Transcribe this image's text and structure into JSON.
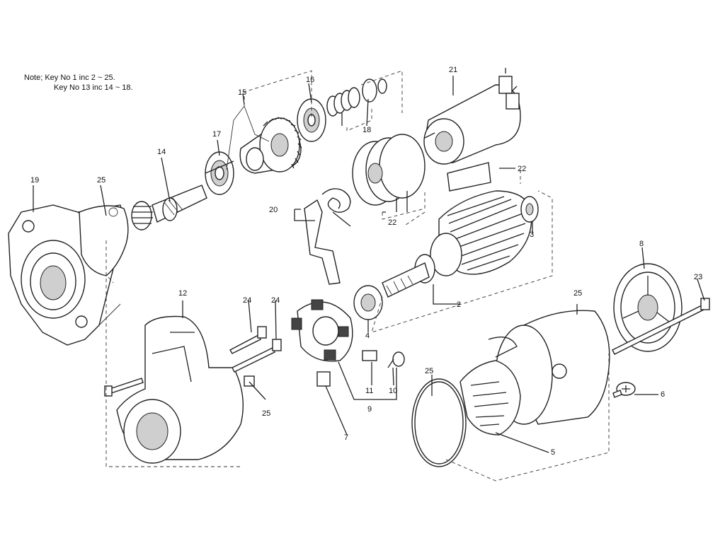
{
  "note": {
    "line1": "Note;  Key No 1 inc  2 ~ 25.",
    "line2": "Key No 13 inc  14 ~ 18."
  },
  "labels": {
    "p2": "2",
    "p3": "3",
    "p4": "4",
    "p5": "5",
    "p6": "6",
    "p7": "7",
    "p8": "8",
    "p9": "9",
    "p10": "10",
    "p11": "11",
    "p12": "12",
    "p14": "14",
    "p15": "15",
    "p16": "16",
    "p17": "17",
    "p18": "18",
    "p19": "19",
    "p20": "20",
    "p21": "21",
    "p22a": "22",
    "p22b": "22",
    "p23": "23",
    "p24a": "24",
    "p24b": "24",
    "p25a": "25",
    "p25b": "25",
    "p25c": "25",
    "p25d": "25"
  }
}
